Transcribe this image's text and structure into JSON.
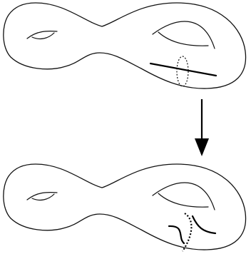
{
  "figure": {
    "top_surface": {
      "genus": 2,
      "curves": [
        "dotted-meridian-loop",
        "straight-arc"
      ]
    },
    "arrow": {
      "direction": "down"
    },
    "bottom_surface": {
      "genus": 2,
      "curves": [
        "dotted-meridian-arc",
        "s-shaped-arc"
      ]
    }
  }
}
